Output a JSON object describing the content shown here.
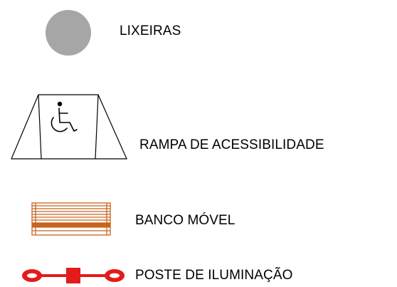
{
  "legend": {
    "items": [
      {
        "key": "lixeiras",
        "label": "LIXEIRAS",
        "symbol": "trash-bin-circle-icon",
        "color": "#a6a6a6"
      },
      {
        "key": "rampa",
        "label": "RAMPA DE ACESSIBILIDADE",
        "symbol": "accessibility-ramp-icon",
        "color": "#000000"
      },
      {
        "key": "banco",
        "label": "BANCO MÓVEL",
        "symbol": "movable-bench-icon",
        "color": "#c8641e"
      },
      {
        "key": "poste",
        "label": "POSTE DE ILUMINAÇÃO",
        "symbol": "lamp-post-icon",
        "color": "#e31b1b"
      }
    ]
  }
}
